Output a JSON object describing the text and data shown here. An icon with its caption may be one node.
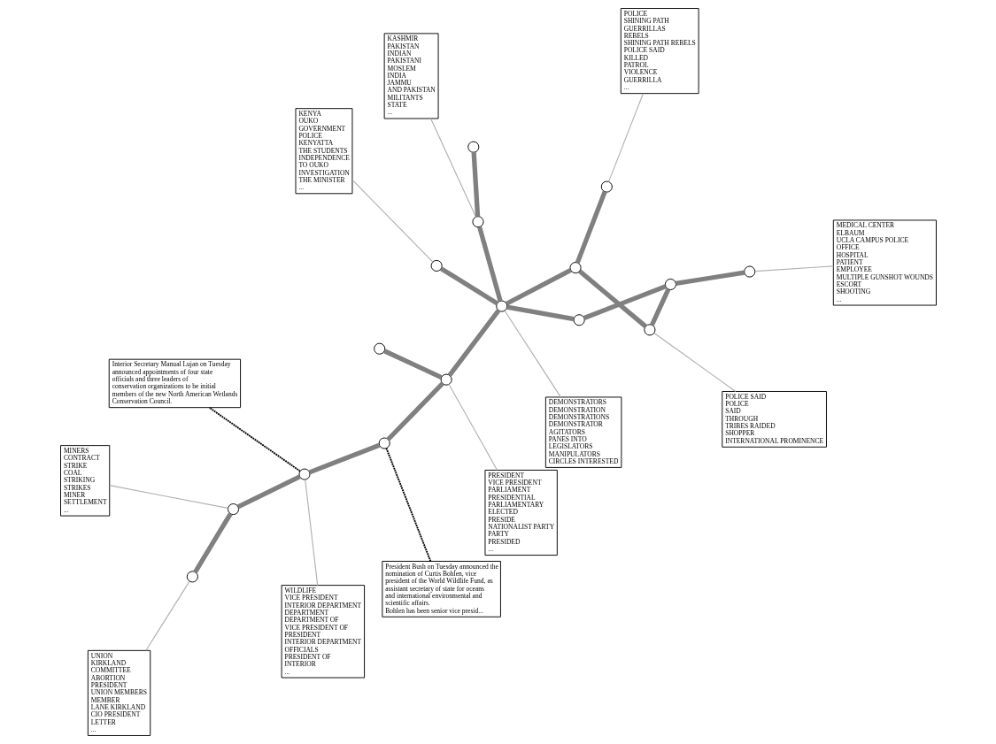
{
  "diagram": {
    "nodes": [
      {
        "text": [
          "KASHMIR",
          "PAKISTAN",
          "INDIAN",
          "PAKISTANI",
          "MOSLEM",
          "INDIA",
          "JAMMU",
          "AND PAKISTAN",
          "MILITANTS",
          "STATE",
          "..."
        ]
      },
      {
        "text": [
          "PRESIDENT",
          "VICE PRESIDENT",
          "PARLIAMENT",
          "PRESIDENTIAL",
          "PARLIAMENTARY",
          "ELECTED",
          "PRESIDE",
          "NATIONALIST PARTY",
          "PARTY",
          "PRESIDED",
          "..."
        ]
      },
      {
        "text": [
          "WILDLIFE",
          "VICE PRESIDENT",
          "INTERIOR DEPARTMENT",
          "DEPARTMENT",
          "DEPARTMENT OF",
          "VICE PRESIDENT OF",
          "PRESIDENT",
          "INTERIOR DEPARTMENT",
          "OFFICIALS",
          "PRESIDENT OF",
          "INTERIOR",
          "..."
        ]
      },
      {
        "text": [
          "MINERS",
          "CONTRACT",
          "STRIKE",
          "COAL",
          "STRIKING",
          "STRIKES",
          "MINER",
          "SETTLEMENT",
          "..."
        ]
      },
      {
        "text": [
          "UNION",
          "KIRKLAND",
          "COMMITTEE",
          "ABORTION",
          "PRESIDENT",
          "UNION MEMBERS",
          "MEMBER",
          "LANE KIRKLAND",
          "CIO PRESIDENT",
          "LETTER",
          "..."
        ]
      },
      {
        "text": [
          "KENYA",
          "OUKO",
          "GOVERNMENT",
          "POLICE",
          "KENYATTA",
          "THE STUDENTS",
          "INDEPENDENCE",
          "TO OUKO",
          "INVESTIGATION",
          "THE MINISTER",
          "..."
        ]
      },
      {
        "text": [
          "Interior Secretary Manual Lujan on Tuesday announced appointments of four state officials and three leaders of conservation organizations to be initial members of the new North American Wetlands Conservation Council."
        ]
      },
      {
        "text": [
          "DEMONSTRATORS",
          "DEMONSTRATION",
          "DEMONSTRATIONS",
          "DEMONSTRATOR",
          "AGITATORS",
          "PANES INTO",
          "LEGISLATORS",
          "MANIPULATORS",
          "CIRCLES INTERESTED"
        ]
      },
      {
        "text": [
          "President Bush on Tuesday announced the nomination of Curtis Bohlen, vice president of the World Wildlife Fund, as assistant secretary of state for oceans and international environmental and scientific affairs.",
          "Bohlen has been senior vice presid..."
        ]
      },
      {
        "text": [
          "MEDICAL CENTER",
          "ELBAUM",
          "UCLA CAMPUS POLICE",
          "OFFICE",
          "HOSPITAL",
          "PATIENT",
          "EMPLOYEE",
          "MULTIPLE GUNSHOT WOUNDS",
          "ESCORT",
          "SHOOTING",
          "..."
        ]
      },
      {
        "text": [
          "POLICE SAID",
          "POLICE",
          "SAID",
          "THROUGH",
          "TRIBES RAIDED",
          "SHOPPER",
          "INTERNATIONAL PROMINENCE"
        ]
      },
      {
        "text": [
          "POLICE",
          "SHINING PATH",
          "GUERRILLAS",
          "REBELS",
          "SHINING PATH REBELS",
          "POLICE SAID",
          "KILLED",
          "PATROL",
          "VIOLENCE",
          "GUERRILLA",
          "..."
        ]
      },
      {
        "text": [],
        "shape": "circle"
      },
      {
        "text": [],
        "shape": "circle"
      },
      {
        "text": [],
        "shape": "circle"
      },
      {
        "text": [],
        "shape": "circle"
      },
      {
        "text": [],
        "shape": "circle"
      },
      {
        "text": [],
        "shape": "circle"
      },
      {
        "text": [],
        "shape": "circle"
      },
      {
        "text": [],
        "shape": "circle"
      },
      {
        "text": [],
        "shape": "circle"
      },
      {
        "text": [],
        "shape": "circle"
      },
      {
        "text": [],
        "shape": "circle"
      },
      {
        "text": [],
        "shape": "circle"
      },
      {
        "text": [],
        "shape": "circle"
      },
      {
        "text": [],
        "shape": "circle"
      },
      {
        "text": [],
        "shape": "circle"
      },
      {
        "text": [],
        "shape": "circle"
      }
    ],
    "edges": [
      {
        "from": 0,
        "to": 12,
        "arrow": "none",
        "color": "#b0b0b0"
      },
      {
        "from": 1,
        "to": 16,
        "arrow": "none",
        "color": "#b0b0b0"
      },
      {
        "from": 2,
        "to": 18,
        "arrow": "none",
        "color": "#b0b0b0"
      },
      {
        "from": 3,
        "to": 20,
        "arrow": "none",
        "color": "#b0b0b0"
      },
      {
        "from": 4,
        "to": 21,
        "arrow": "none",
        "color": "#b0b0b0"
      },
      {
        "from": 5,
        "to": 15,
        "arrow": "none",
        "color": "#b0b0b0"
      },
      {
        "from": 7,
        "to": 14,
        "arrow": "none",
        "color": "#b0b0b0"
      },
      {
        "from": 9,
        "to": 27,
        "arrow": "none",
        "color": "#b0b0b0"
      },
      {
        "from": 10,
        "to": 25,
        "arrow": "none",
        "color": "#b0b0b0"
      },
      {
        "from": 11,
        "to": 23,
        "arrow": "none",
        "color": "#b0b0b0"
      },
      {
        "from": 13,
        "to": 12,
        "arrow": "none"
      },
      {
        "from": 12,
        "to": 14,
        "arrow": "none"
      },
      {
        "from": 15,
        "to": 14,
        "arrow": "none"
      },
      {
        "from": 14,
        "to": 16,
        "arrow": "none"
      },
      {
        "from": 16,
        "to": 17,
        "arrow": "none"
      },
      {
        "from": 16,
        "to": 19,
        "arrow": "none"
      },
      {
        "from": 19,
        "to": 18,
        "arrow": "none"
      },
      {
        "from": 18,
        "to": 20,
        "arrow": "none"
      },
      {
        "from": 20,
        "to": 21,
        "arrow": "none"
      },
      {
        "from": 14,
        "to": 22,
        "arrow": "none"
      },
      {
        "from": 22,
        "to": 23,
        "arrow": "none"
      },
      {
        "from": 14,
        "to": 24,
        "arrow": "none"
      },
      {
        "from": 24,
        "to": 26,
        "arrow": "none"
      },
      {
        "from": 26,
        "to": 25,
        "arrow": "none"
      },
      {
        "from": 25,
        "to": 22,
        "arrow": "none"
      },
      {
        "from": 26,
        "to": 27,
        "arrow": "none"
      },
      {
        "from": 18,
        "to": 6,
        "arrow": "none",
        "style": "dashed",
        "color": "#000000"
      },
      {
        "from": 19,
        "to": 8,
        "arrow": "none",
        "style": "dashed",
        "color": "#000000"
      }
    ]
  }
}
